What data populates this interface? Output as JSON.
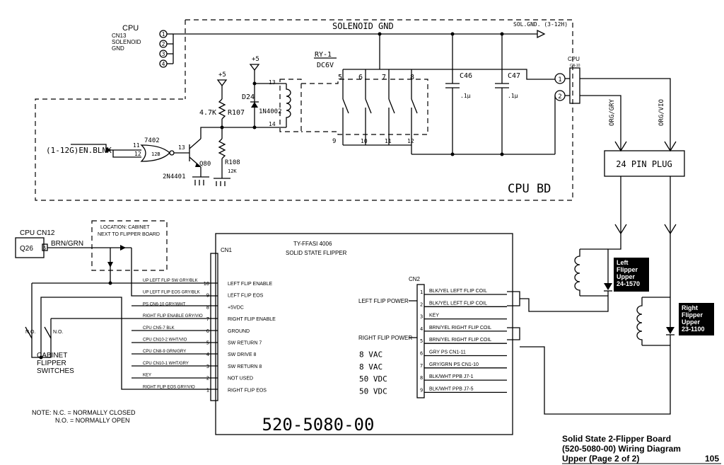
{
  "cpu_board": {
    "cpu_label": "CPU",
    "cn13_label": "CN13",
    "solenoid_label": "SOLENOID",
    "gnd_label": "GND",
    "pins": [
      "1",
      "2",
      "3",
      "4"
    ],
    "solenoid_gnd": "SOLENOID GND",
    "sol_gnd_ref": "SOL.GND. (3-12H)",
    "relay_name": "RY-1",
    "relay_voltage": "DC6V",
    "relay_contact_top": [
      "5",
      "6",
      "7",
      "8"
    ],
    "relay_contact_bottom": [
      "9",
      "10",
      "11",
      "12"
    ],
    "coil_pin_top": "13",
    "coil_pin_bottom": "14",
    "plus5": "+5",
    "diode_name": "D24",
    "diode_part": "1N4002",
    "resistor_107_value": "4.7K",
    "resistor_107_name": "R107",
    "resistor_108_name": "R108",
    "resistor_108_value": "12K",
    "gate_name": "7402",
    "gate_pin_11": "11",
    "gate_pin_12": "12",
    "gate_pin_12b": "12B",
    "gate_pin_13": "13",
    "transistor_name": "Q80",
    "transistor_part": "2N4401",
    "en_blnk": "(1-12G)EN.BLNK",
    "cap_46_name": "C46",
    "cap_47_name": "C47",
    "cap_value": ".1µ",
    "cpu_bd": "CPU BD",
    "cpu_conn_label": "CPU",
    "cpu_conn_sub": "CN-10",
    "conn_pins": [
      "1",
      "2"
    ],
    "wire_1": "ORG/GRY",
    "wire_2": "ORG/VIO",
    "plug": "24 PIN PLUG"
  },
  "flipper_coils": {
    "left": [
      "Left",
      "Flipper",
      "Upper",
      "24-1570"
    ],
    "right": [
      "Right",
      "Flipper",
      "Upper",
      "23-1100"
    ]
  },
  "cpu_cn12": {
    "label": "CPU CN12",
    "q26": "Q26",
    "pin": "6",
    "wire": "BRN/GRN",
    "location_line1": "LOCATION: CABINET",
    "location_line2": "NEXT TO FLIPPER BOARD"
  },
  "cabinet_switches": {
    "no_1": "N.O.",
    "no_2": "N.O.",
    "label": [
      "CABINET",
      "FLIPPER",
      "SWITCHES"
    ]
  },
  "board": {
    "title_1": "TY-FFASI  4006",
    "title_2": "SOLID STATE FLIPPER",
    "cn1": "CN1",
    "cn2": "CN2",
    "part_number": "520-5080-00",
    "cn1_rows": [
      {
        "wire": "UP LEFT FLIP SW   GRY/BLK",
        "pin": "10",
        "signal": "LEFT FLIP ENABLE"
      },
      {
        "wire": "UP LEFT FLIP EOS   GRY/BLK",
        "pin": "9",
        "signal": "LEFT FLIP EOS"
      },
      {
        "wire": "PS CN6-10   GRY/WHT",
        "pin": "8",
        "signal": "+5VDC"
      },
      {
        "wire": "RIGHT FLIP ENABLE   GRY/VIO",
        "pin": "7",
        "signal": "RIGHT FLIP ENABLE"
      },
      {
        "wire": "CPU CN5-7   BLK",
        "pin": "6",
        "signal": "GROUND"
      },
      {
        "wire": "CPU CN10-2   WHT/VIO",
        "pin": "5",
        "signal": "SW RETURN 7"
      },
      {
        "wire": "CPU CN8-9   GRN/GRY",
        "pin": "4",
        "signal": "SW DRIVE 8"
      },
      {
        "wire": "CPU CN10-1   WHT/GRY",
        "pin": "3",
        "signal": "SW RETURN 8"
      },
      {
        "wire": "KEY",
        "pin": "2",
        "signal": "NOT USED"
      },
      {
        "wire": "RIGHT FLIP EOS   GRY/VIO",
        "pin": "1",
        "signal": "RIGHT FLIP EOS"
      }
    ],
    "left_flip_power": "LEFT FLIP POWER",
    "right_flip_power": "RIGHT FLIP POWER",
    "cn2_left_labels": [
      "",
      "",
      "",
      "",
      "",
      "8 VAC",
      "8 VAC",
      "50 VDC",
      "50 VDC"
    ],
    "cn2_rows": [
      {
        "pin": "1",
        "wire": "BLK/YEL   LEFT FLIP COIL"
      },
      {
        "pin": "2",
        "wire": "BLK/YEL   LEFT FLIP COIL"
      },
      {
        "pin": "3",
        "wire": "KEY"
      },
      {
        "pin": "4",
        "wire": "BRN/YEL   RIGHT FLIP COIL"
      },
      {
        "pin": "5",
        "wire": "BRN/YEL   RIGHT FLIP COIL"
      },
      {
        "pin": "6",
        "wire": "GRY        PS CN1-11"
      },
      {
        "pin": "7",
        "wire": "GRY/GRN   PS CN1-10"
      },
      {
        "pin": "8",
        "wire": "BLK/WHT   PPB J7-1"
      },
      {
        "pin": "9",
        "wire": "BLK/WHT   PPB J7-5"
      }
    ]
  },
  "note": {
    "line1": "NOTE: N.C. = NORMALLY CLOSED",
    "line2": "N.O. = NORMALLY OPEN"
  },
  "caption": {
    "line1": "Solid State 2-Flipper Board",
    "line2": "(520-5080-00) Wiring Diagram",
    "line3": "Upper (Page 2 of 2)",
    "page_number": "105"
  }
}
